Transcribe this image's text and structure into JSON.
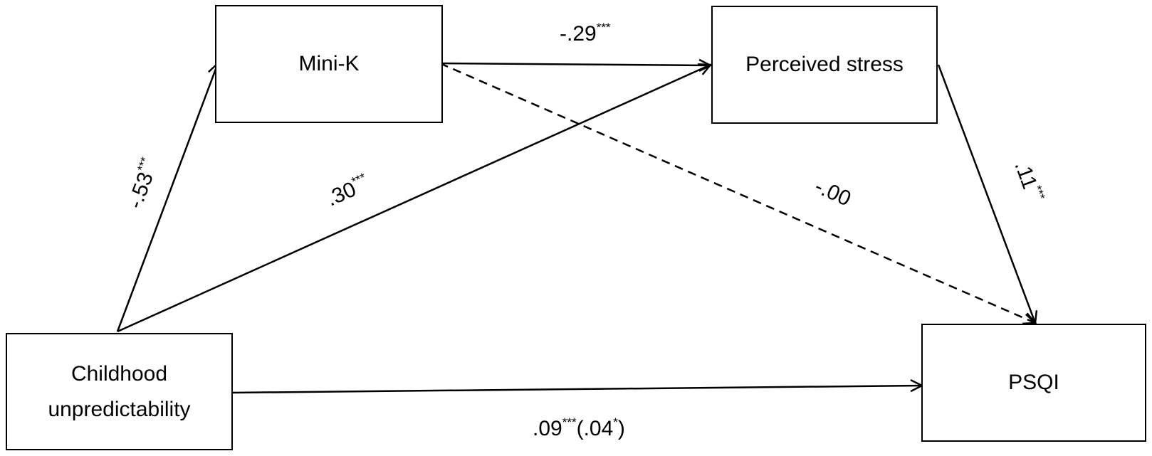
{
  "nodes": {
    "mini_k": "Mini-K",
    "perceived_stress": "Perceived stress",
    "childhood_line1": "Childhood",
    "childhood_line2": "unpredictability",
    "psqi": "PSQI"
  },
  "paths": {
    "childhood_to_minik": {
      "value": "-.53",
      "sig": "***"
    },
    "minik_to_stress": {
      "value": "-.29",
      "sig": "***"
    },
    "childhood_to_stress": {
      "value": ".30",
      "sig": "***"
    },
    "minik_to_psqi": {
      "value": "-.00",
      "sig": ""
    },
    "stress_to_psqi": {
      "value": ".11",
      "sig": "***"
    },
    "childhood_to_psqi": {
      "value": ".09",
      "sig": "***",
      "paren_value": "(.04",
      "paren_sig": "*",
      "close": ")"
    }
  }
}
